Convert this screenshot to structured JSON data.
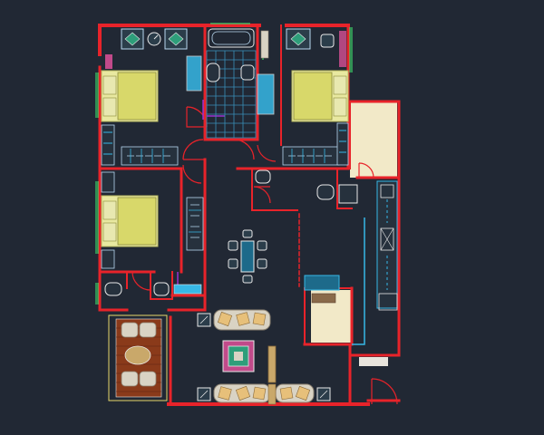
{
  "drawing": {
    "type": "apartment-floor-plan",
    "background": "#212834",
    "colors": {
      "wall": "#e8232a",
      "wall_dark": "#b01a1f",
      "glass": "#37b8e6",
      "bed": "#d8d86a",
      "bed_frame": "#e8e8a0",
      "furniture_outline": "#b8d8f0",
      "sofa": "#d9d3c4",
      "cushion": "#e7c07a",
      "rug": "#c9a86a",
      "kitchen_floor": "#f2e9c8",
      "bathroom_tile": "#3a8fb8",
      "table": "#1d6a8a",
      "plant": "#2e9e7a",
      "purple": "#9b30d0",
      "white": "#f4f4f4",
      "green_line": "#3cd46a",
      "orange": "#e08a3a"
    },
    "rooms": [
      {
        "id": "bedroom-top-left",
        "icon": "bed-icon"
      },
      {
        "id": "bathroom-top",
        "icon": "bathtub-icon"
      },
      {
        "id": "bedroom-top-right",
        "icon": "bed-icon"
      },
      {
        "id": "bedroom-mid-left",
        "icon": "bed-icon"
      },
      {
        "id": "powder-room",
        "icon": "toilet-icon"
      },
      {
        "id": "bathroom-left",
        "icon": "toilet-icon"
      },
      {
        "id": "dining",
        "icon": "dining-table-icon"
      },
      {
        "id": "living",
        "icon": "sofa-icon"
      },
      {
        "id": "kitchen",
        "icon": "kitchen-counter-icon"
      },
      {
        "id": "balcony",
        "icon": "balcony-icon"
      },
      {
        "id": "utility",
        "icon": "utility-icon"
      }
    ]
  }
}
